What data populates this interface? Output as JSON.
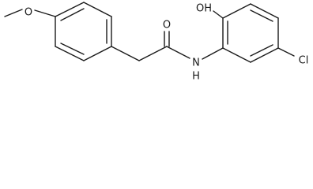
{
  "molecule": {
    "atoms": {
      "methoxy_oxygen": "O",
      "carbonyl_oxygen": "O",
      "hydroxyl": "OH",
      "amide_nitrogen": "N",
      "amide_hydrogen": "H",
      "chlorine": "Cl"
    }
  },
  "colors": {
    "bond": "#1a1a1a",
    "background": "#ffffff"
  }
}
